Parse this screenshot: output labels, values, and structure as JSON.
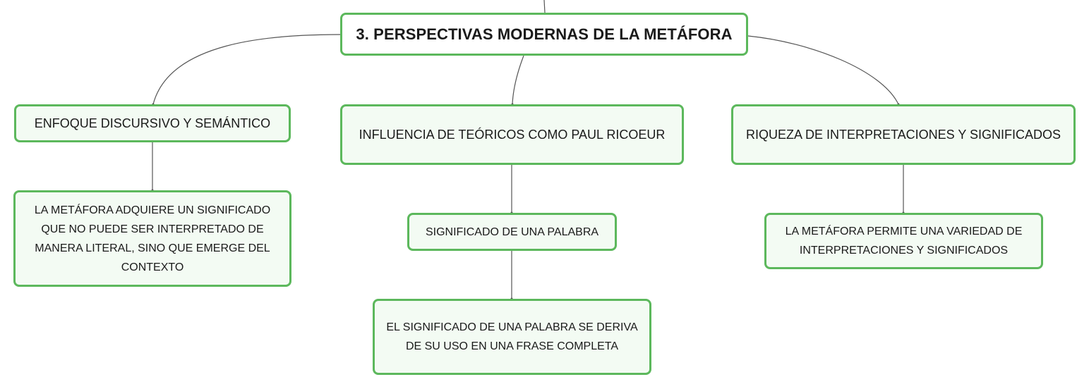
{
  "map": {
    "root": {
      "label": "3. PERSPECTIVAS MODERNAS DE LA METÁFORA"
    },
    "branches": [
      {
        "label": "ENFOQUE DISCURSIVO Y SEMÁNTICO",
        "detail": "LA METÁFORA ADQUIERE UN SIGNIFICADO QUE NO PUEDE SER INTERPRETADO DE MANERA LITERAL, SINO QUE EMERGE DEL CONTEXTO"
      },
      {
        "label": "INFLUENCIA DE TEÓRICOS COMO PAUL RICOEUR",
        "child": "SIGNIFICADO DE UNA PALABRA",
        "detail": "EL SIGNIFICADO DE UNA PALABRA SE DERIVA DE SU USO EN UNA FRASE COMPLETA"
      },
      {
        "label": "RIQUEZA DE INTERPRETACIONES Y SIGNIFICADOS",
        "detail": "LA METÁFORA PERMITE UNA VARIEDAD DE INTERPRETACIONES Y SIGNIFICADOS"
      }
    ],
    "colors": {
      "node_border": "#5cb85c",
      "node_fill": "#f3fbf3",
      "root_fill": "#ffffff",
      "connector": "#555555",
      "text": "#1a1a1a"
    }
  }
}
